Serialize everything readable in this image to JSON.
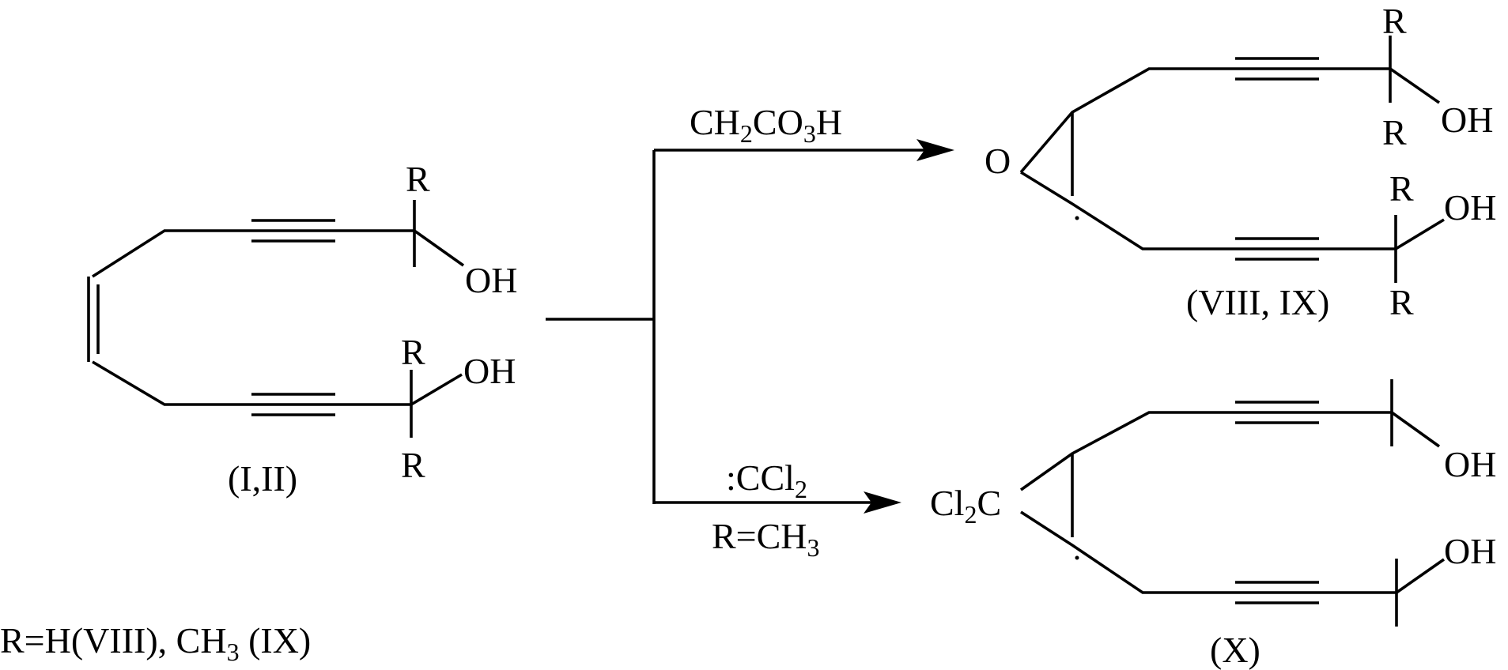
{
  "starting_material": {
    "top_substituent": "R",
    "top_hydroxyl": "OH",
    "bottom_substituent_upper": "R",
    "bottom_hydroxyl": "OH",
    "bottom_substituent_lower": "R",
    "label": "(I,II)"
  },
  "upper_reaction": {
    "reagent": {
      "prefix": "CH",
      "sub1": "2",
      "middle": "CO",
      "sub2": "3",
      "suffix": "H"
    }
  },
  "lower_reaction": {
    "reagent": {
      "prefix": ":CCl",
      "sub1": "2"
    },
    "condition": {
      "prefix": "R=CH",
      "sub1": "3"
    }
  },
  "epoxide_product": {
    "ring_atom": "O",
    "top_substituent_upper": "R",
    "top_substituent_lower": "R",
    "top_hydroxyl": "OH",
    "bottom_substituent_upper": "R",
    "bottom_hydroxyl": "OH",
    "bottom_substituent_lower": "R",
    "label": "(VIII, IX)"
  },
  "cyclopropane_product": {
    "ring_group": {
      "prefix": "Cl",
      "sub1": "2",
      "suffix": "C"
    },
    "top_hydroxyl": "OH",
    "bottom_hydroxyl": "OH",
    "label": "(X)"
  },
  "footnote": {
    "prefix": "R=H(VIII), CH",
    "sub1": "3",
    "suffix": " (IX)"
  },
  "colors": {
    "ink": "#000000",
    "background": "#ffffff"
  }
}
